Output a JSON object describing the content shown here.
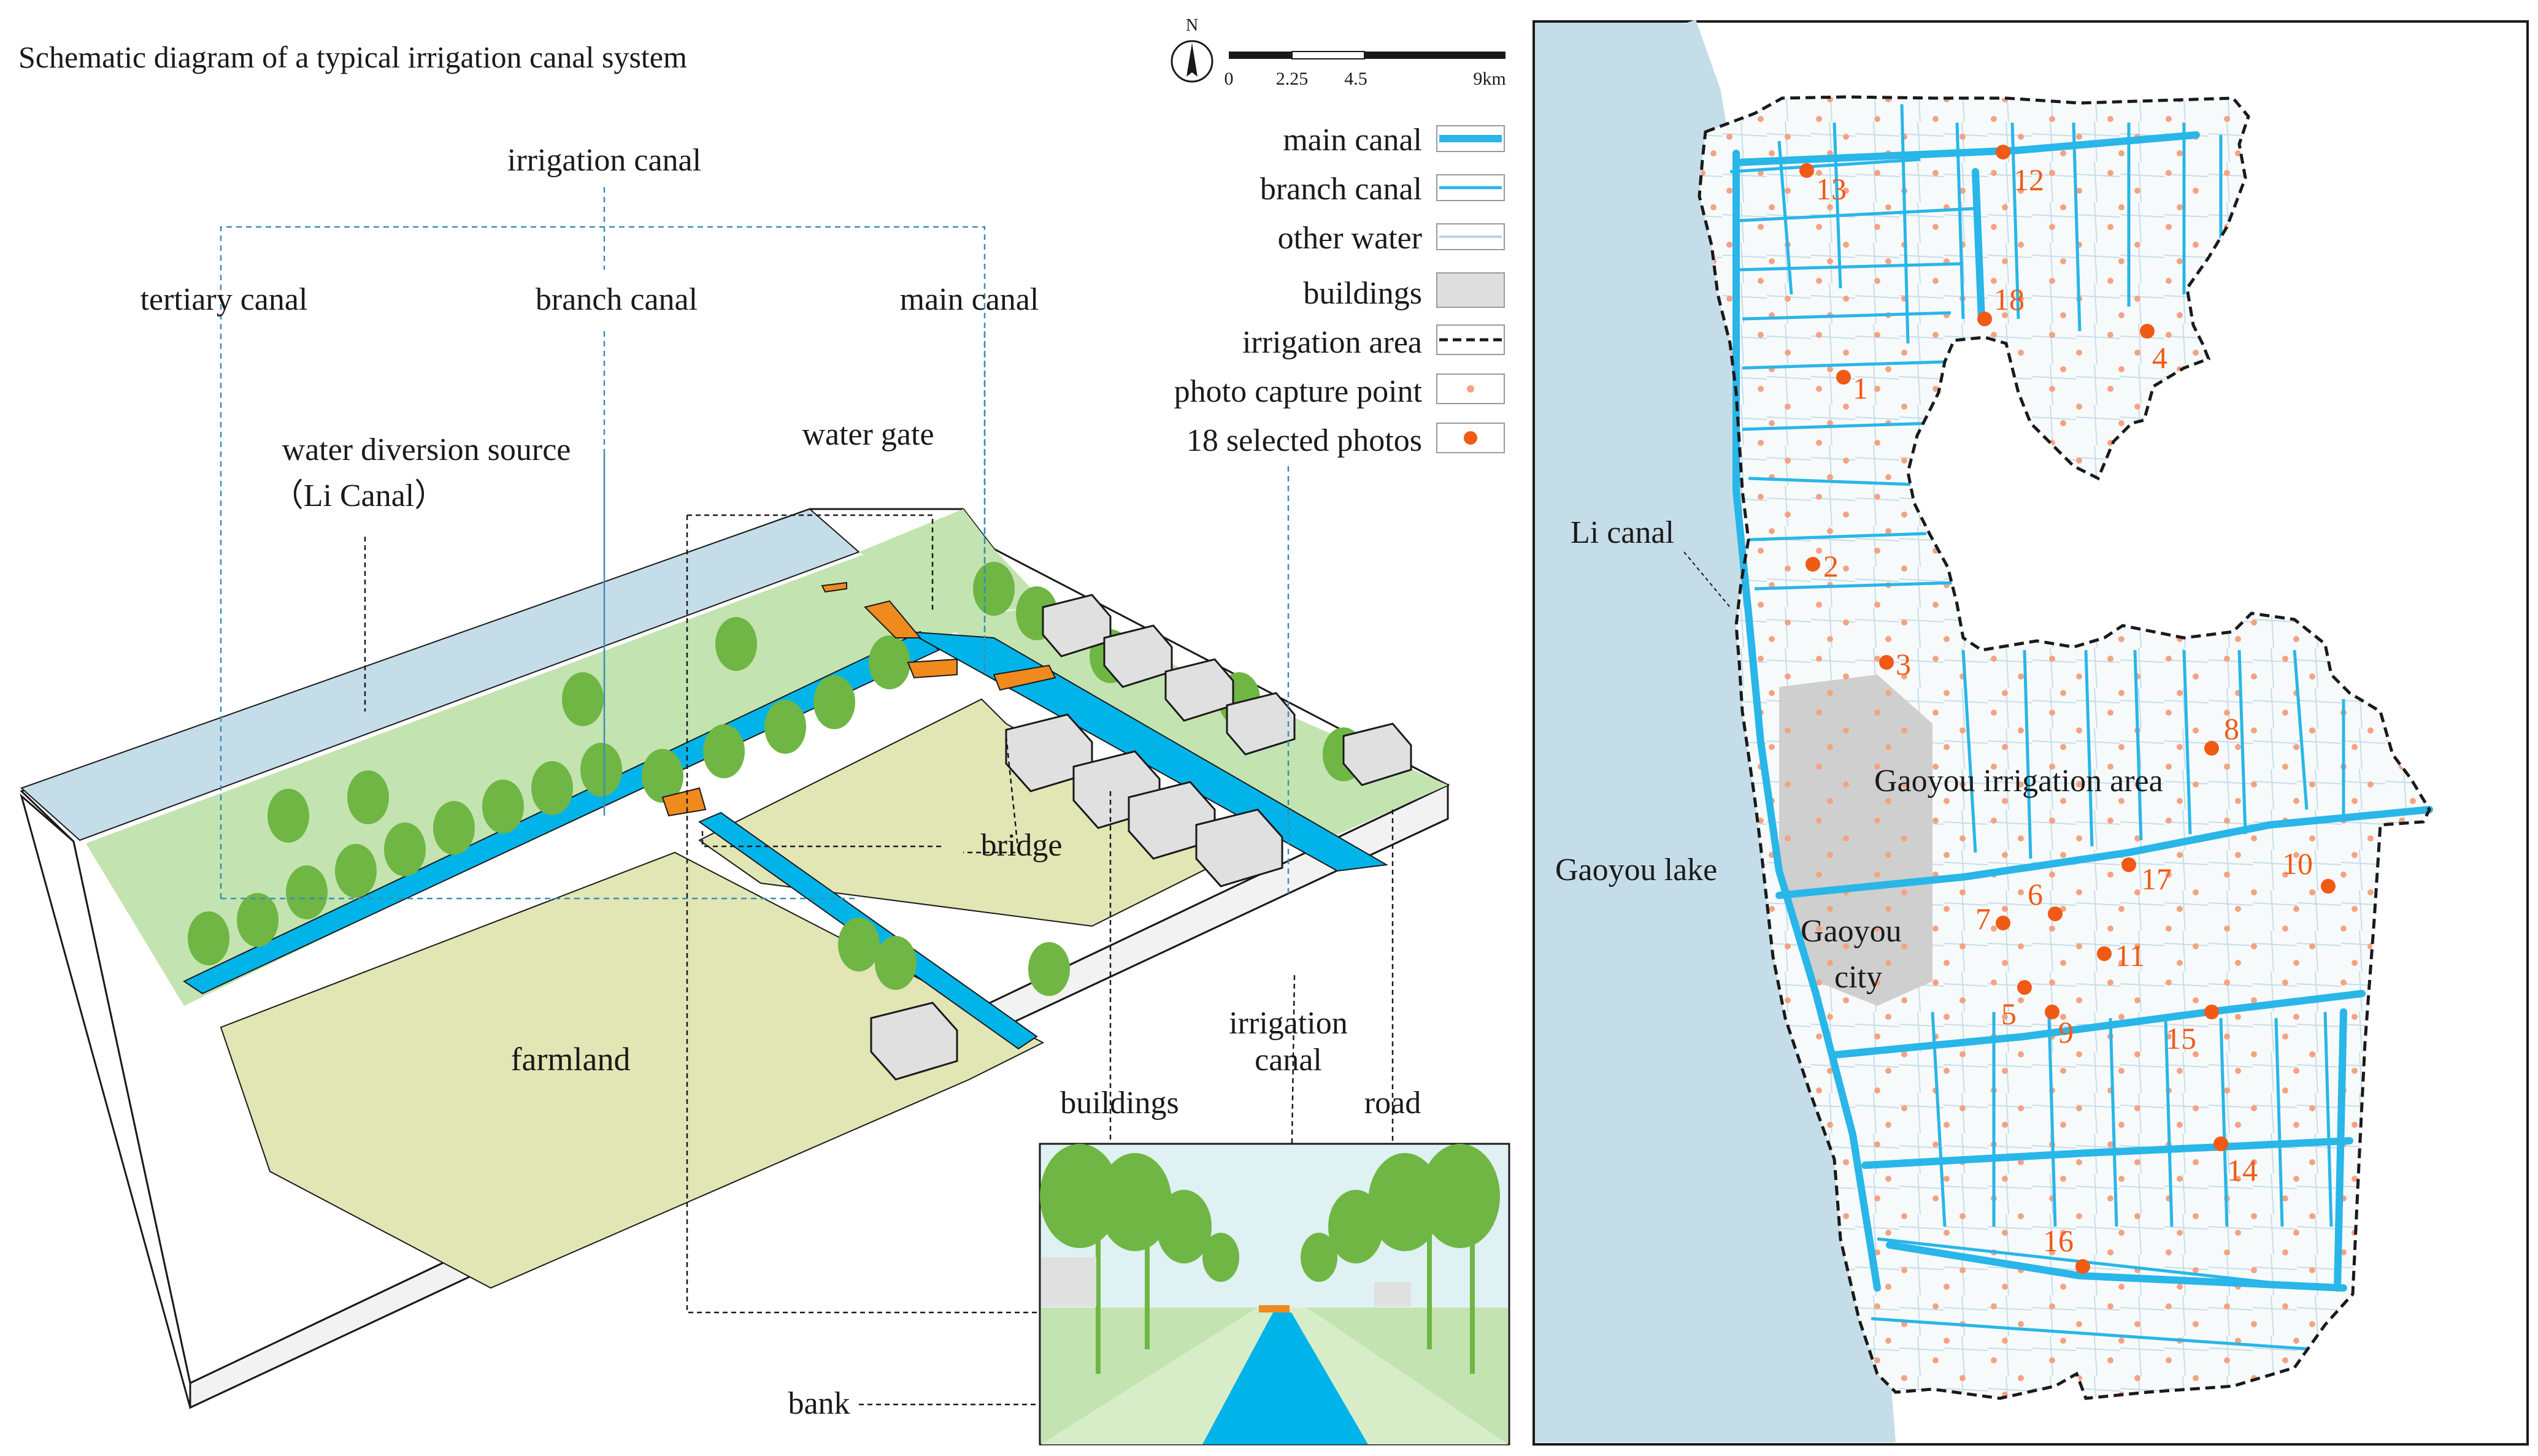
{
  "diagram": {
    "title": "Schematic diagram of a typical irrigation canal system",
    "labels": {
      "irrigation_canal_top": "irrigation canal",
      "tertiary_canal": "tertiary canal",
      "branch_canal": "branch canal",
      "main_canal": "main canal",
      "water_source_line1": "water diversion source",
      "water_source_line2": "（Li Canal）",
      "water_gate": "water gate",
      "bridge": "bridge",
      "farmland": "farmland",
      "buildings": "buildings",
      "irrigation_canal_line1": "irrigation",
      "irrigation_canal_line2": "canal",
      "road": "road",
      "bank": "bank"
    },
    "colors": {
      "canal": "#00b4ea",
      "farmland": "#e1e6b4",
      "bank": "#c3e4b0",
      "lake": "#c5dde8",
      "tree": "#6fb644",
      "gate": "#f08a1e",
      "building": "#e0e0e0"
    }
  },
  "map": {
    "scale": {
      "north": "N",
      "ticks": [
        "0",
        "2.25",
        "4.5",
        "9km"
      ]
    },
    "legend": [
      {
        "label": "main canal",
        "symbol": "main-canal"
      },
      {
        "label": "branch canal",
        "symbol": "branch-canal"
      },
      {
        "label": "other water",
        "symbol": "other-water"
      },
      {
        "label": "buildings",
        "symbol": "buildings"
      },
      {
        "label": "irrigation area",
        "symbol": "irrigation-area"
      },
      {
        "label": "photo capture point",
        "symbol": "photo-point"
      },
      {
        "label": "18 selected photos",
        "symbol": "selected-photo"
      }
    ],
    "place_labels": {
      "li_canal": "Li canal",
      "gaoyou_lake": "Gaoyou lake",
      "irrigation_area": "Gaoyou irrigation area",
      "city_line1": "Gaoyou",
      "city_line2": "city"
    },
    "photo_numbers": [
      "1",
      "2",
      "3",
      "4",
      "5",
      "6",
      "7",
      "8",
      "9",
      "10",
      "11",
      "12",
      "13",
      "14",
      "15",
      "16",
      "17",
      "18"
    ],
    "colors": {
      "main_canal": "#29b6e8",
      "photo": "#f05a14",
      "photo_point": "#f4a382",
      "lake": "#c5dde8",
      "city": "#cfcfcf"
    }
  }
}
